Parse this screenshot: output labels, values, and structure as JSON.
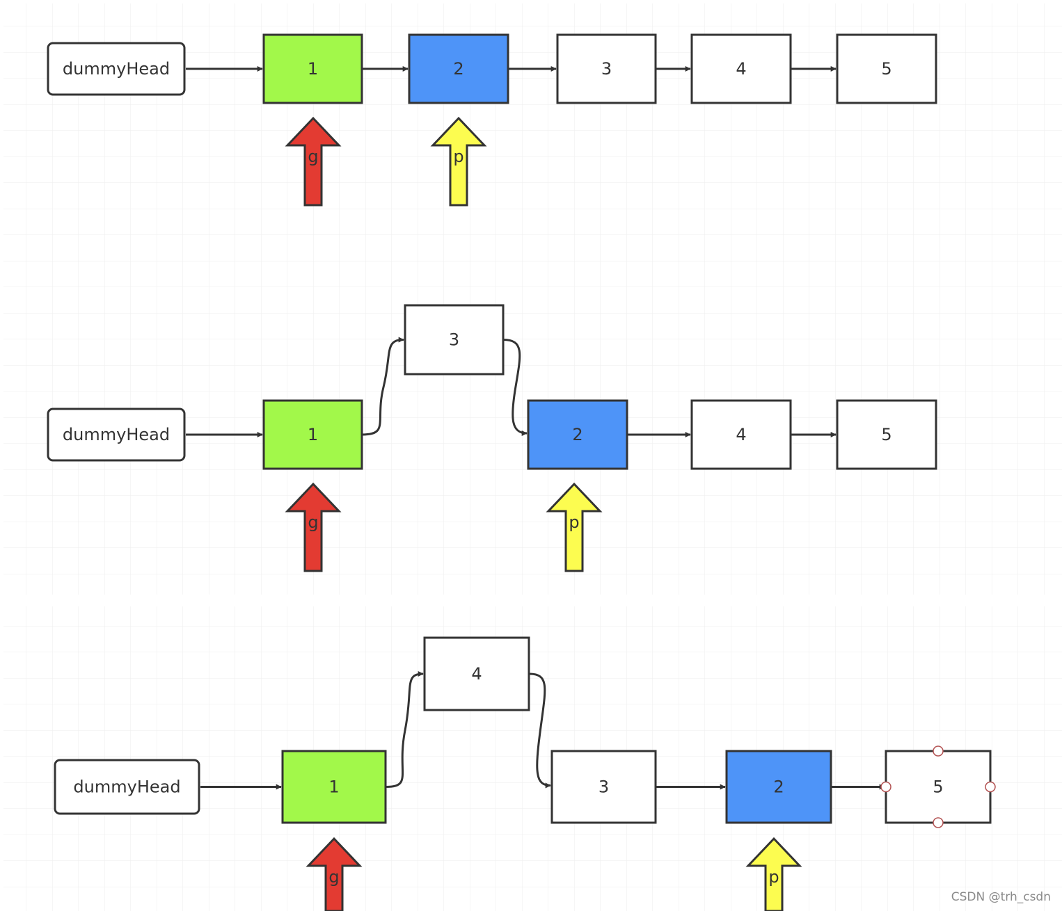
{
  "colors": {
    "green_node": "#A2F84A",
    "blue_node": "#4E94F8",
    "white_node": "#FFFFFF",
    "g_pointer": "#E33B32",
    "p_pointer": "#FCFC50",
    "grid_line": "#E8E8E8",
    "stroke": "#333333"
  },
  "panels": [
    {
      "head": "dummyHead",
      "nodes": [
        {
          "label": "1",
          "color": "green"
        },
        {
          "label": "2",
          "color": "blue"
        },
        {
          "label": "3",
          "color": "white"
        },
        {
          "label": "4",
          "color": "white"
        },
        {
          "label": "5",
          "color": "white"
        }
      ],
      "pointers": [
        {
          "label": "g",
          "target": "1"
        },
        {
          "label": "p",
          "target": "2"
        }
      ]
    },
    {
      "head": "dummyHead",
      "nodes": [
        {
          "label": "1",
          "color": "green"
        },
        {
          "label": "3",
          "color": "white"
        },
        {
          "label": "2",
          "color": "blue"
        },
        {
          "label": "4",
          "color": "white"
        },
        {
          "label": "5",
          "color": "white"
        }
      ],
      "pointers": [
        {
          "label": "g",
          "target": "1"
        },
        {
          "label": "p",
          "target": "2"
        }
      ]
    },
    {
      "head": "dummyHead",
      "nodes": [
        {
          "label": "1",
          "color": "green"
        },
        {
          "label": "4",
          "color": "white"
        },
        {
          "label": "3",
          "color": "white"
        },
        {
          "label": "2",
          "color": "blue"
        },
        {
          "label": "5",
          "color": "white"
        }
      ],
      "pointers": [
        {
          "label": "g",
          "target": "1"
        },
        {
          "label": "p",
          "target": "2"
        }
      ]
    }
  ],
  "watermark": "CSDN @trh_csdn"
}
